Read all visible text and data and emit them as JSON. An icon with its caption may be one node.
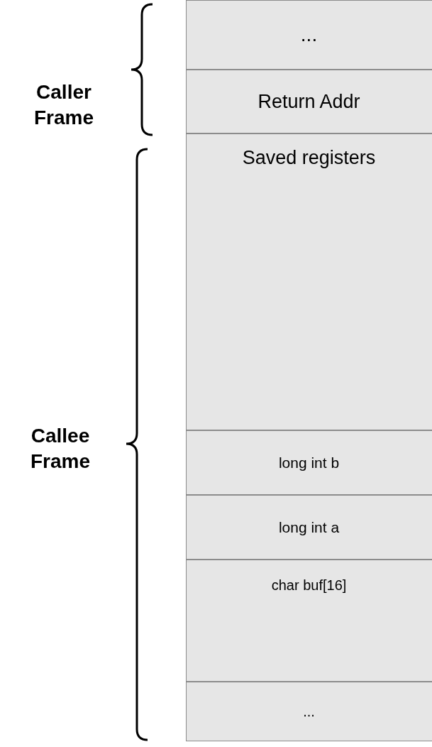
{
  "diagram": {
    "nodes": [
      {
        "text": [
          "..."
        ]
      },
      {
        "text": [
          "Return Addr"
        ]
      },
      {
        "text": [
          "Saved registers"
        ]
      },
      {
        "text": [
          "long int b"
        ]
      },
      {
        "text": [
          "long int a"
        ]
      },
      {
        "text": [
          "char buf[16]"
        ]
      },
      {
        "text": [
          "..."
        ]
      }
    ],
    "labels": [
      "Caller Frame",
      "Callee Frame"
    ]
  }
}
